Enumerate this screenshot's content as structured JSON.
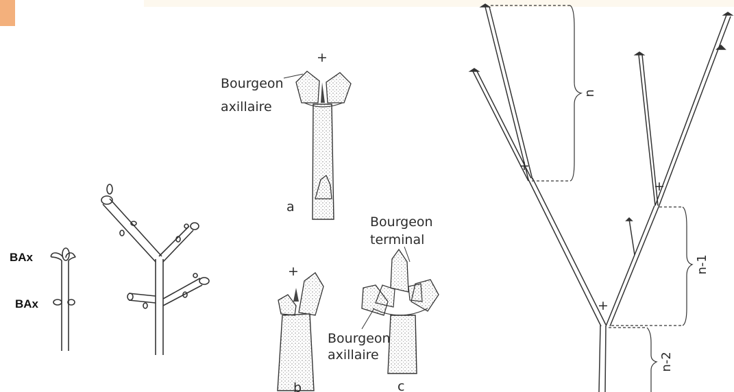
{
  "colors": {
    "accent_tab": "#f3b07c",
    "top_band": "#fdf8ee",
    "ink": "#2b2b2b"
  },
  "left_diagram": {
    "label_upper": "BAx",
    "label_lower": "BAx"
  },
  "middle_diagram": {
    "a": {
      "plus": "+",
      "label_line1": "Bourgeon",
      "label_line2": "axillaire",
      "letter": "a"
    },
    "b": {
      "plus": "+",
      "letter": "b"
    },
    "c": {
      "top_line1": "Bourgeon",
      "top_line2": "terminal",
      "bottom_line1": "Bourgeon",
      "bottom_line2": "axillaire",
      "letter": "c"
    }
  },
  "right_diagram": {
    "plus_top_left": "+",
    "plus_top_right": "+",
    "plus_bottom": "+",
    "bracket_n": "n",
    "bracket_n1": "n-1",
    "bracket_n2": "n-2"
  }
}
